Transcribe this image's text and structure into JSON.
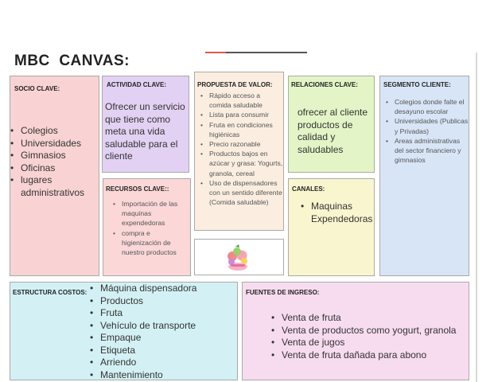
{
  "title": "MBC  CANVAS:",
  "socio_clave": {
    "title": "SOCIO CLAVE:",
    "items": [
      "Colegios",
      "Universidades",
      "Gimnasios",
      "Oficinas",
      "lugares administrativos"
    ]
  },
  "actividad_clave": {
    "title": "ACTIVIDAD CLAVE:",
    "text": "Ofrecer un servicio que tiene como meta una vida saludable para el cliente"
  },
  "recursos_clave": {
    "title": "RECURSOS CLAVE::",
    "items": [
      "Importación de las maquinas expendedoras",
      "compra e higienización de nuestro productos"
    ]
  },
  "propuesta_valor": {
    "title": "PROPUESTA DE VALOR:",
    "items": [
      "Rápido acceso a comida saludable",
      "Lista para consumir",
      "Fruta en condiciones higiénicas",
      "Precio razonable",
      "Productos bajos en azúcar y grasa: Yogurts, granola, cereal",
      "Uso de dispensadores con un sentido diferente (Comida saludable)"
    ]
  },
  "relaciones_clave": {
    "title": "RELACIONES CLAVE:",
    "text": "ofrecer al cliente productos de calidad y saludables"
  },
  "canales": {
    "title": "CANALES:",
    "items": [
      "Maquinas Expendedoras"
    ]
  },
  "segmento_cliente": {
    "title": "SEGMENTO CLIENTE:",
    "items": [
      "Colegios donde falte el desayuno escolar",
      "Universidades (Publicas y Privadas)",
      "Areas administrativas del sector financiero y gimnasios"
    ]
  },
  "estructura_costos": {
    "title": "ESTRUCTURA COSTOS:",
    "items": [
      "Máquina dispensadora",
      "Productos",
      "Fruta",
      "Vehículo de transporte",
      "Empaque",
      "Etiqueta",
      "Arriendo",
      "Mantenimiento"
    ]
  },
  "fuentes_ingreso": {
    "title": "FUENTES DE INGRESO:",
    "items": [
      "Venta  de fruta",
      "Venta de productos como yogurt, granola",
      "Venta de jugos",
      "Venta de fruta dañada para abono"
    ]
  },
  "colors": {
    "socio": "#f9d3d3",
    "actividad": "#e3d1f3",
    "recursos": "#fbd7d7",
    "propuesta": "#fbeee0",
    "relaciones": "#e3f5c6",
    "canales": "#f9f6cf",
    "segmento": "#d8e5f7",
    "costos": "#d3f1f4",
    "ingresos": "#f7dcef"
  },
  "logo_icon": "fruit-logo-icon"
}
